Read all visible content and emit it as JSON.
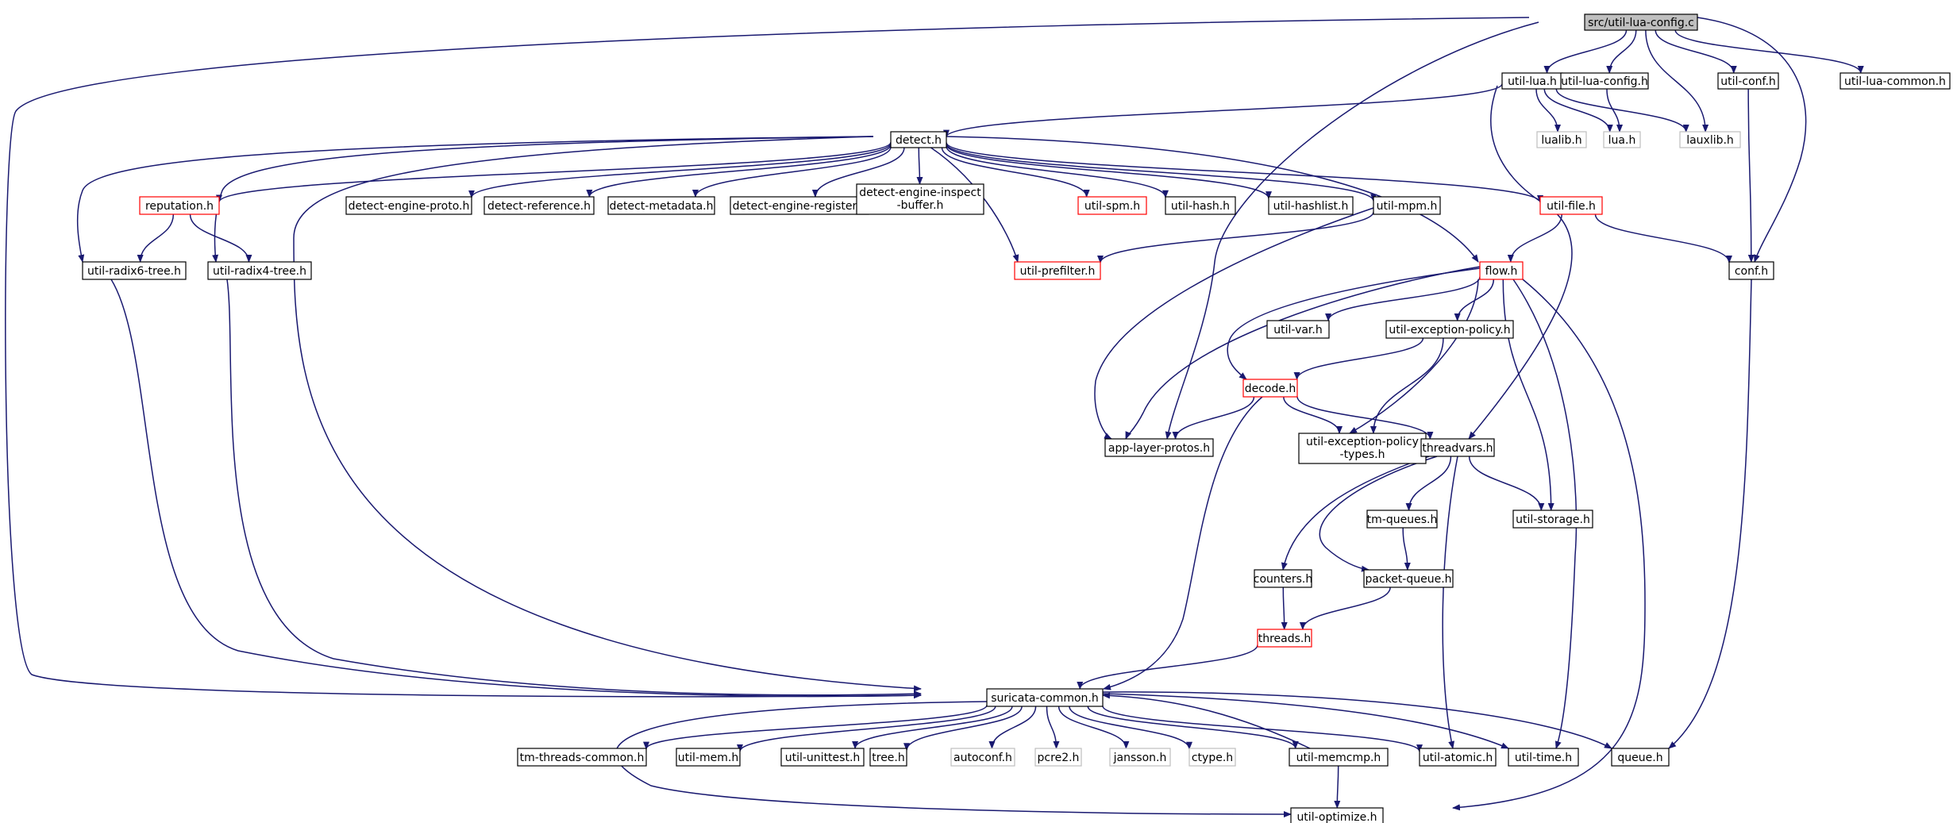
{
  "colors": {
    "edge": "#191970",
    "node_border": "#000000",
    "node_border_incomplete": "#ff0000",
    "node_border_system": "#bfbfbf",
    "root_fill": "#bfbfbf",
    "node_fill": "#ffffff"
  },
  "nodes": {
    "root": {
      "label": "src/util-lua-config.c"
    },
    "util_lua_h": {
      "label": "util-lua.h"
    },
    "util_lua_config_h": {
      "label": "util-lua-config.h"
    },
    "util_conf_h": {
      "label": "util-conf.h"
    },
    "util_lua_common_h": {
      "label": "util-lua-common.h"
    },
    "detect_h": {
      "label": "detect.h"
    },
    "lualib_h": {
      "label": "lualib.h"
    },
    "lua_h": {
      "label": "lua.h"
    },
    "lauxlib_h": {
      "label": "lauxlib.h"
    },
    "reputation_h": {
      "label": "reputation.h"
    },
    "detect_engine_proto_h": {
      "label": "detect-engine-proto.h"
    },
    "detect_reference_h": {
      "label": "detect-reference.h"
    },
    "detect_metadata_h": {
      "label": "detect-metadata.h"
    },
    "detect_engine_register_h": {
      "label": "detect-engine-register.h"
    },
    "detect_engine_inspect_buffer_h": {
      "label": [
        "detect-engine-inspect",
        "-buffer.h"
      ]
    },
    "util_spm_h": {
      "label": "util-spm.h"
    },
    "util_hash_h": {
      "label": "util-hash.h"
    },
    "util_hashlist_h": {
      "label": "util-hashlist.h"
    },
    "util_mpm_h": {
      "label": "util-mpm.h"
    },
    "util_file_h": {
      "label": "util-file.h"
    },
    "util_radix6_tree_h": {
      "label": "util-radix6-tree.h"
    },
    "util_radix4_tree_h": {
      "label": "util-radix4-tree.h"
    },
    "util_prefilter_h": {
      "label": "util-prefilter.h"
    },
    "flow_h": {
      "label": "flow.h"
    },
    "conf_h": {
      "label": "conf.h"
    },
    "util_var_h": {
      "label": "util-var.h"
    },
    "util_exception_policy_h": {
      "label": "util-exception-policy.h"
    },
    "decode_h": {
      "label": "decode.h"
    },
    "app_layer_protos_h": {
      "label": "app-layer-protos.h"
    },
    "util_exception_policy_types_h": {
      "label": [
        "util-exception-policy",
        "-types.h"
      ]
    },
    "threadvars_h": {
      "label": "threadvars.h"
    },
    "tm_queues_h": {
      "label": "tm-queues.h"
    },
    "util_storage_h": {
      "label": "util-storage.h"
    },
    "counters_h": {
      "label": "counters.h"
    },
    "packet_queue_h": {
      "label": "packet-queue.h"
    },
    "threads_h": {
      "label": "threads.h"
    },
    "suricata_common_h": {
      "label": "suricata-common.h"
    },
    "tm_threads_common_h": {
      "label": "tm-threads-common.h"
    },
    "util_mem_h": {
      "label": "util-mem.h"
    },
    "util_unittest_h": {
      "label": "util-unittest.h"
    },
    "tree_h": {
      "label": "tree.h"
    },
    "autoconf_h": {
      "label": "autoconf.h"
    },
    "pcre2_h": {
      "label": "pcre2.h"
    },
    "jansson_h": {
      "label": "jansson.h"
    },
    "ctype_h": {
      "label": "ctype.h"
    },
    "util_memcmp_h": {
      "label": "util-memcmp.h"
    },
    "util_atomic_h": {
      "label": "util-atomic.h"
    },
    "util_time_h": {
      "label": "util-time.h"
    },
    "queue_h": {
      "label": "queue.h"
    },
    "util_optimize_h": {
      "label": "util-optimize.h"
    }
  },
  "edges": [
    [
      "root",
      "util_lua_h"
    ],
    [
      "root",
      "util_lua_config_h"
    ],
    [
      "root",
      "util_conf_h"
    ],
    [
      "root",
      "util_lua_common_h"
    ],
    [
      "root",
      "lauxlib_h"
    ],
    [
      "root",
      "conf_h"
    ],
    [
      "root",
      "app_layer_protos_h"
    ],
    [
      "root",
      "suricata_common_h"
    ],
    [
      "util_lua_h",
      "detect_h"
    ],
    [
      "util_lua_h",
      "lualib_h"
    ],
    [
      "util_lua_h",
      "lua_h"
    ],
    [
      "util_lua_h",
      "lauxlib_h"
    ],
    [
      "util_lua_h",
      "threadvars_h"
    ],
    [
      "util_lua_config_h",
      "lua_h"
    ],
    [
      "util_conf_h",
      "conf_h"
    ],
    [
      "detect_h",
      "reputation_h"
    ],
    [
      "detect_h",
      "util_radix6_tree_h"
    ],
    [
      "detect_h",
      "util_radix4_tree_h"
    ],
    [
      "detect_h",
      "detect_engine_proto_h"
    ],
    [
      "detect_h",
      "detect_reference_h"
    ],
    [
      "detect_h",
      "detect_metadata_h"
    ],
    [
      "detect_h",
      "detect_engine_register_h"
    ],
    [
      "detect_h",
      "detect_engine_inspect_buffer_h"
    ],
    [
      "detect_h",
      "util_prefilter_h"
    ],
    [
      "detect_h",
      "util_spm_h"
    ],
    [
      "detect_h",
      "util_hash_h"
    ],
    [
      "detect_h",
      "util_hashlist_h"
    ],
    [
      "detect_h",
      "util_mpm_h"
    ],
    [
      "detect_h",
      "util_file_h"
    ],
    [
      "detect_h",
      "flow_h"
    ],
    [
      "detect_h",
      "suricata_common_h"
    ],
    [
      "reputation_h",
      "util_radix6_tree_h"
    ],
    [
      "reputation_h",
      "util_radix4_tree_h"
    ],
    [
      "util_radix6_tree_h",
      "suricata_common_h"
    ],
    [
      "util_radix4_tree_h",
      "suricata_common_h"
    ],
    [
      "util_mpm_h",
      "util_prefilter_h"
    ],
    [
      "util_mpm_h",
      "app_layer_protos_h"
    ],
    [
      "util_file_h",
      "flow_h"
    ],
    [
      "util_file_h",
      "conf_h"
    ],
    [
      "flow_h",
      "util_var_h"
    ],
    [
      "flow_h",
      "util_exception_policy_h"
    ],
    [
      "flow_h",
      "decode_h"
    ],
    [
      "flow_h",
      "app_layer_protos_h"
    ],
    [
      "flow_h",
      "util_exception_policy_types_h"
    ],
    [
      "flow_h",
      "util_storage_h"
    ],
    [
      "flow_h",
      "util_time_h"
    ],
    [
      "flow_h",
      "util_optimize_h"
    ],
    [
      "util_exception_policy_h",
      "decode_h"
    ],
    [
      "util_exception_policy_h",
      "util_exception_policy_types_h"
    ],
    [
      "decode_h",
      "app_layer_protos_h"
    ],
    [
      "decode_h",
      "util_exception_policy_types_h"
    ],
    [
      "decode_h",
      "threadvars_h"
    ],
    [
      "decode_h",
      "suricata_common_h"
    ],
    [
      "threadvars_h",
      "tm_queues_h"
    ],
    [
      "threadvars_h",
      "util_storage_h"
    ],
    [
      "threadvars_h",
      "counters_h"
    ],
    [
      "threadvars_h",
      "packet_queue_h"
    ],
    [
      "threadvars_h",
      "util_atomic_h"
    ],
    [
      "tm_queues_h",
      "packet_queue_h"
    ],
    [
      "counters_h",
      "threads_h"
    ],
    [
      "packet_queue_h",
      "threads_h"
    ],
    [
      "threads_h",
      "suricata_common_h"
    ],
    [
      "conf_h",
      "queue_h"
    ],
    [
      "suricata_common_h",
      "tm_threads_common_h"
    ],
    [
      "suricata_common_h",
      "util_mem_h"
    ],
    [
      "suricata_common_h",
      "util_unittest_h"
    ],
    [
      "suricata_common_h",
      "tree_h"
    ],
    [
      "suricata_common_h",
      "autoconf_h"
    ],
    [
      "suricata_common_h",
      "pcre2_h"
    ],
    [
      "suricata_common_h",
      "jansson_h"
    ],
    [
      "suricata_common_h",
      "ctype_h"
    ],
    [
      "suricata_common_h",
      "util_memcmp_h"
    ],
    [
      "suricata_common_h",
      "util_atomic_h"
    ],
    [
      "suricata_common_h",
      "util_time_h"
    ],
    [
      "suricata_common_h",
      "queue_h"
    ],
    [
      "suricata_common_h",
      "util_optimize_h"
    ],
    [
      "util_memcmp_h",
      "suricata_common_h"
    ],
    [
      "util_memcmp_h",
      "util_optimize_h"
    ]
  ]
}
